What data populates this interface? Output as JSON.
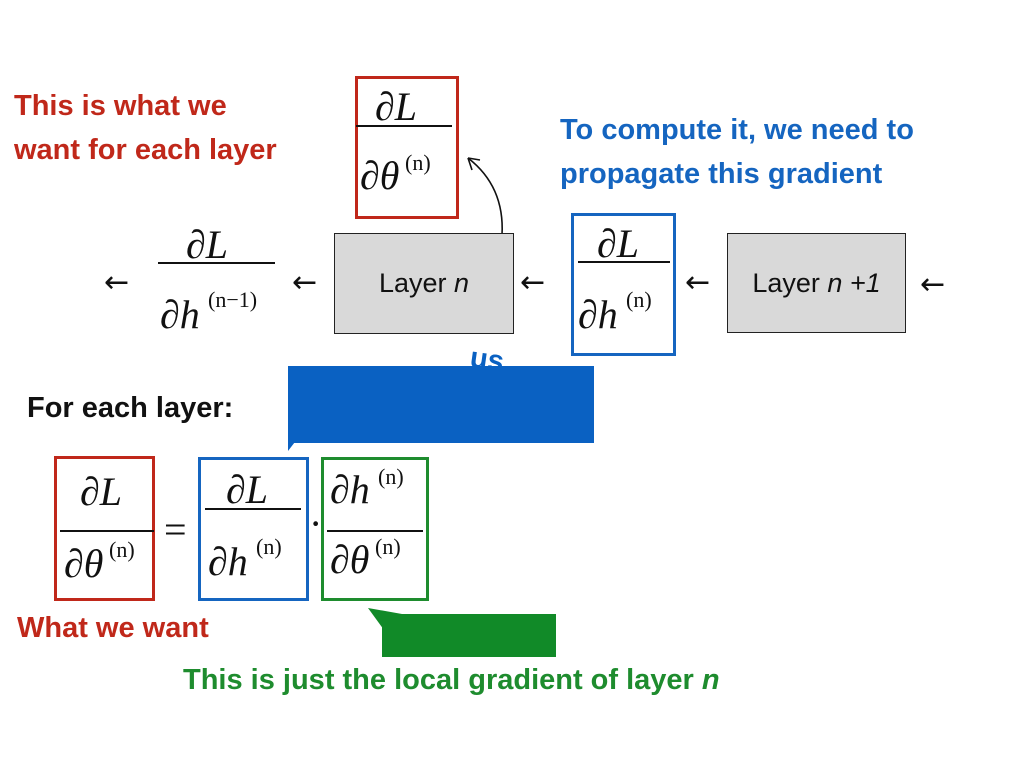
{
  "annotations": {
    "top_left": [
      "This is what we",
      "want for each layer"
    ],
    "top_right": [
      "To compute it, we need to",
      "propagate this gradient"
    ],
    "for_each_layer": "For each layer:",
    "what_we_want": "What we want",
    "local_gradient_prefix": "This is just the local gradient of layer",
    "local_gradient_var": "n",
    "banner_partial_text": "us"
  },
  "layers": {
    "n": {
      "label": "Layer",
      "var": "n"
    },
    "n_plus_1": {
      "label": "Layer",
      "var": "n +1"
    }
  },
  "math": {
    "partial": "∂",
    "L": "L",
    "theta": "θ",
    "h": "h",
    "sup_n": "(n)",
    "sup_n_minus_1": "(n−1)",
    "equals": "=",
    "cdot": "·"
  },
  "arrows": {
    "left": "←"
  },
  "colors": {
    "red": "#c0281a",
    "blue": "#1565c0",
    "green": "#1e8c2e",
    "banner_blue": "#0a61c2",
    "banner_green": "#118a28",
    "layer_fill": "#d9d9d9"
  }
}
